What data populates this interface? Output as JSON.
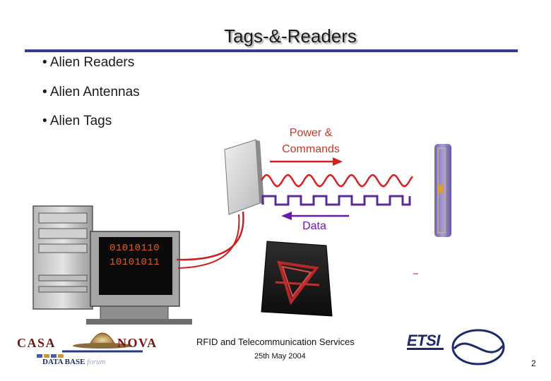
{
  "slide": {
    "title": "Tags-&-Readers",
    "bullets": [
      "• Alien Readers",
      "• Alien Antennas",
      "• Alien Tags"
    ]
  },
  "diagram": {
    "power_label_line1": "Power &",
    "power_label_line2": "Commands",
    "data_label": "Data",
    "binary_line1": "01010110",
    "binary_line2": "10101011",
    "colors": {
      "power": "#d42020",
      "data": "#6a1ab0",
      "binary": "#e06020",
      "title_rule": "#3b3b8f"
    }
  },
  "footer": {
    "text": "RFID and Telecommunication Services",
    "date": "25th May 2004",
    "page_number": "2",
    "logo_left_a": "CASA",
    "logo_left_b": "NOVA",
    "logo_sub_a": "DATA BASE",
    "logo_sub_b": "forum",
    "logo_right": "ETSI"
  }
}
